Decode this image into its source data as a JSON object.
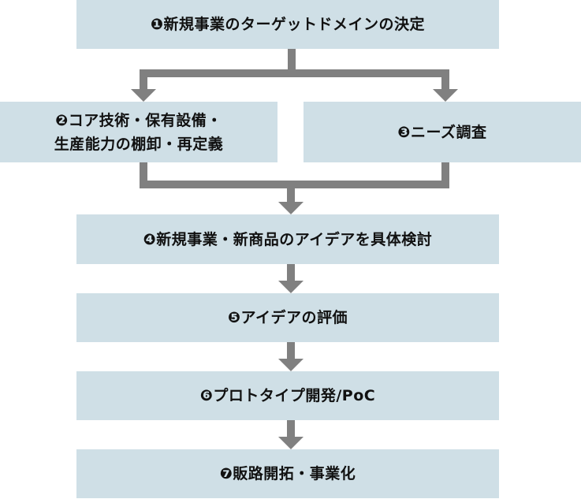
{
  "colors": {
    "box": "#cfdfe6",
    "connector": "#808080",
    "text": "#111111"
  },
  "steps": [
    {
      "label": "❶新規事業のターゲットドメインの決定"
    },
    {
      "label": "❷コア技術・保有設備・\n生産能力の棚卸・再定義"
    },
    {
      "label": "❸ニーズ調査"
    },
    {
      "label": "❹新規事業・新商品のアイデアを具体検討"
    },
    {
      "label": "❺アイデアの評価"
    },
    {
      "label": "❻プロトタイプ開発/PoC"
    },
    {
      "label": "❼販路開拓・事業化"
    }
  ]
}
